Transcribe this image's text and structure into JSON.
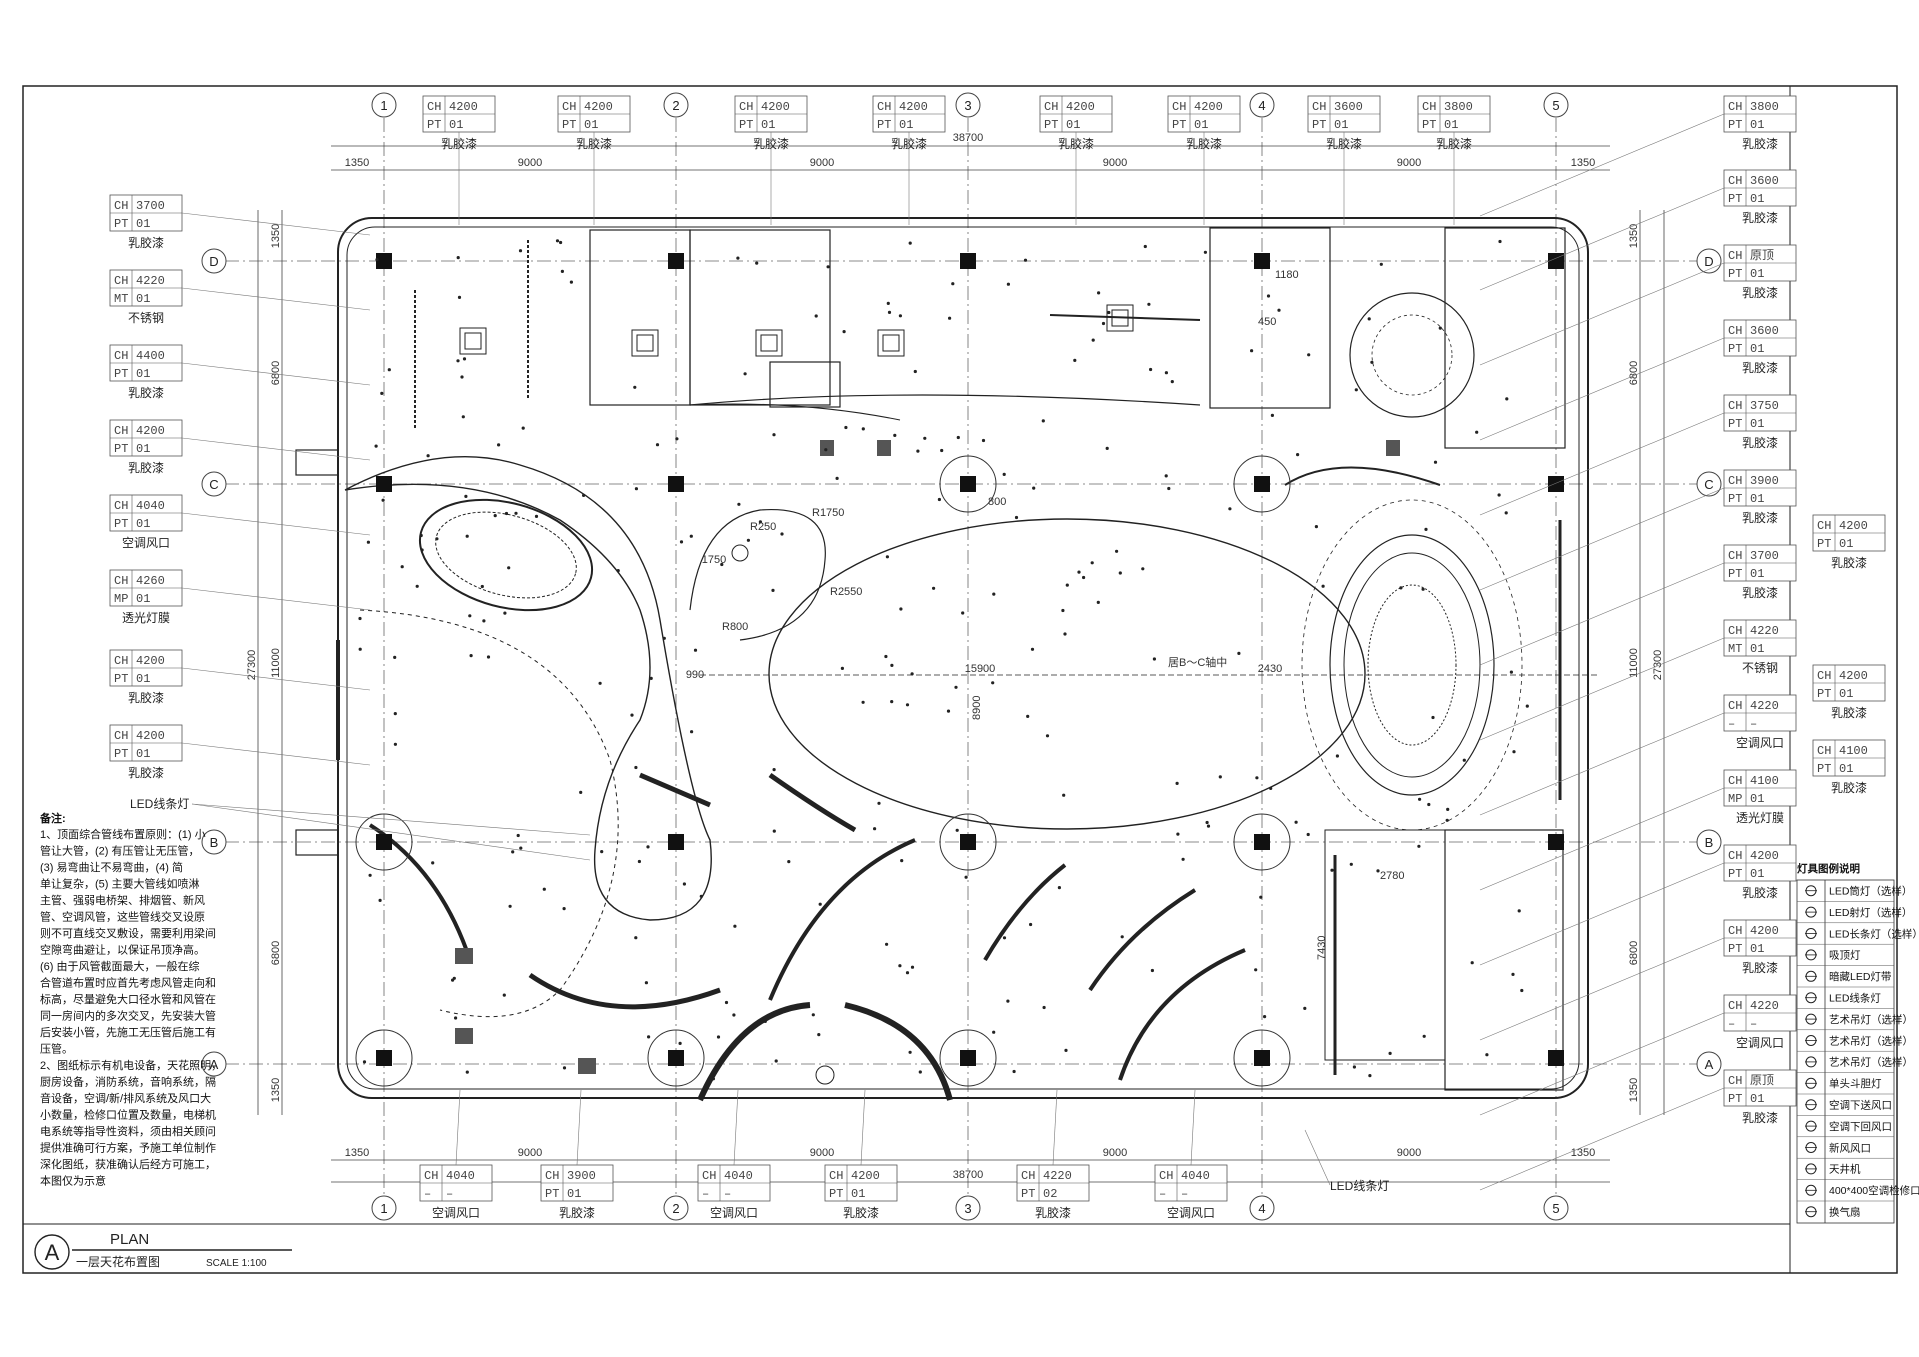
{
  "drawing": {
    "plan_letter": "A",
    "plan_label": "PLAN",
    "title": "一层天花布置图",
    "scale": "SCALE 1:100"
  },
  "grid": {
    "columns": [
      "1",
      "2",
      "3",
      "4",
      "5"
    ],
    "rows": [
      "D",
      "C",
      "B",
      "A"
    ]
  },
  "dimensions": {
    "overall_width": "38700",
    "top_segments": [
      "1350",
      "9000",
      "9000",
      "9000",
      "9000",
      "1350"
    ],
    "overall_height": "27300",
    "vertical_segments": [
      "1350",
      "6800",
      "11000",
      "6800",
      "1350"
    ]
  },
  "ceiling_tags": {
    "top": [
      {
        "ch": "4200",
        "pt": "01",
        "material": "乳胶漆"
      },
      {
        "ch": "4200",
        "pt": "01",
        "material": "乳胶漆"
      },
      {
        "ch": "4200",
        "pt": "01",
        "material": "乳胶漆"
      },
      {
        "ch": "4200",
        "pt": "01",
        "material": "乳胶漆"
      },
      {
        "ch": "4200",
        "pt": "01",
        "material": "乳胶漆"
      },
      {
        "ch": "4200",
        "pt": "01",
        "material": "乳胶漆"
      },
      {
        "ch": "3600",
        "pt": "01",
        "material": "乳胶漆"
      },
      {
        "ch": "3800",
        "pt": "01",
        "material": "乳胶漆"
      }
    ],
    "left": [
      {
        "ch": "3700",
        "code": "PT",
        "pt": "01",
        "material": "乳胶漆"
      },
      {
        "ch": "4220",
        "code": "MT",
        "pt": "01",
        "material": "不锈钢"
      },
      {
        "ch": "4400",
        "code": "PT",
        "pt": "01",
        "material": "乳胶漆"
      },
      {
        "ch": "4200",
        "code": "PT",
        "pt": "01",
        "material": "乳胶漆"
      },
      {
        "ch": "4040",
        "code": "PT",
        "pt": "01",
        "material": "空调风口"
      },
      {
        "ch": "4260",
        "code": "MP",
        "pt": "01",
        "material": "透光灯膜"
      },
      {
        "ch": "4200",
        "code": "PT",
        "pt": "01",
        "material": "乳胶漆"
      },
      {
        "ch": "4200",
        "code": "PT",
        "pt": "01",
        "material": "乳胶漆"
      }
    ],
    "right": [
      {
        "ch": "3800",
        "code": "PT",
        "pt": "01",
        "material": "乳胶漆"
      },
      {
        "ch": "3600",
        "code": "PT",
        "pt": "01",
        "material": "乳胶漆"
      },
      {
        "ch": "原顶",
        "code": "PT",
        "pt": "01",
        "material": "乳胶漆"
      },
      {
        "ch": "3600",
        "code": "PT",
        "pt": "01",
        "material": "乳胶漆"
      },
      {
        "ch": "3750",
        "code": "PT",
        "pt": "01",
        "material": "乳胶漆"
      },
      {
        "ch": "3900",
        "code": "PT",
        "pt": "01",
        "material": "乳胶漆"
      },
      {
        "ch": "3700",
        "code": "PT",
        "pt": "01",
        "material": "乳胶漆"
      },
      {
        "ch": "4220",
        "code": "MT",
        "pt": "01",
        "material": "不锈钢"
      },
      {
        "ch": "4220",
        "code": "–",
        "pt": "–",
        "material": "空调风口"
      },
      {
        "ch": "4100",
        "code": "MP",
        "pt": "01",
        "material": "透光灯膜"
      },
      {
        "ch": "4200",
        "code": "PT",
        "pt": "01",
        "material": "乳胶漆"
      },
      {
        "ch": "4200",
        "code": "PT",
        "pt": "01",
        "material": "乳胶漆"
      },
      {
        "ch": "4220",
        "code": "–",
        "pt": "–",
        "material": "空调风口"
      },
      {
        "ch": "原顶",
        "code": "PT",
        "pt": "01",
        "material": "乳胶漆"
      }
    ],
    "far_right": [
      {
        "ch": "4200",
        "pt": "01",
        "material": "乳胶漆"
      },
      {
        "ch": "4200",
        "pt": "01",
        "material": "乳胶漆"
      },
      {
        "ch": "4100",
        "pt": "01",
        "material": "乳胶漆"
      }
    ],
    "bottom": [
      {
        "ch": "4040",
        "code": "–",
        "pt": "–",
        "material": "空调风口"
      },
      {
        "ch": "3900",
        "code": "PT",
        "pt": "01",
        "material": "乳胶漆"
      },
      {
        "ch": "4040",
        "code": "–",
        "pt": "–",
        "material": "空调风口"
      },
      {
        "ch": "4200",
        "code": "PT",
        "pt": "01",
        "material": "乳胶漆"
      },
      {
        "ch": "4220",
        "code": "PT",
        "pt": "02",
        "material": "乳胶漆"
      },
      {
        "ch": "4040",
        "code": "–",
        "pt": "–",
        "material": "空调风口"
      }
    ]
  },
  "annotations": {
    "led_strip_left": "LED线条灯",
    "led_strip_bottom": "LED线条灯",
    "center_dims": {
      "d1": "15900",
      "d2": "2430",
      "d3": "990",
      "d4": "1750",
      "d5": "R1750",
      "d6": "R250",
      "d7": "R800",
      "d8": "R2550",
      "d9": "800",
      "d10": "2780",
      "d11": "7430",
      "d12": "1180",
      "d13": "450",
      "d14": "8900",
      "axis_label": "居B～C轴中"
    }
  },
  "notes": {
    "title": "备注:",
    "lines": [
      "1、顶面综合管线布置原则：(1) 小",
      "管让大管，(2) 有压管让无压管，",
      "(3) 易弯曲让不易弯曲，(4) 简",
      "单让复杂，(5) 主要大管线如喷淋",
      "主管、强弱电桥架、排烟管、新风",
      "管、空调风管，这些管线交叉设原",
      "则不可直线交叉敷设，需要利用梁间",
      "空隙弯曲避让，以保证吊顶净高。",
      "(6) 由于风管截面最大，一般在综",
      "合管道布置时应首先考虑风管走向和",
      "标高，尽量避免大口径水管和风管在",
      "同一房间内的多次交叉，先安装大管",
      "后安装小管，先施工无压管后施工有",
      "压管。",
      "2、图纸标示有机电设备，天花照明，",
      "厨房设备，消防系统，音响系统，隔",
      "音设备，空调/新/排风系统及风口大",
      "小数量，检修口位置及数量，电梯机",
      "电系统等指导性资料，须由相关顾问",
      "提供准确可行方案，予施工单位制作",
      "深化图纸，获准确认后经方可施工，",
      "本图仅为示意"
    ]
  },
  "legend": {
    "title": "灯具图例说明",
    "items": [
      {
        "icon": "downlight-icon",
        "label": "LED筒灯（选样）"
      },
      {
        "icon": "spotlight-icon",
        "label": "LED射灯（选样）"
      },
      {
        "icon": "led-long-strip-icon",
        "label": "LED长条灯（选样）"
      },
      {
        "icon": "ceiling-light-icon",
        "label": "吸顶灯"
      },
      {
        "icon": "hidden-led-strip-icon",
        "label": "暗藏LED灯带"
      },
      {
        "icon": "led-line-light-icon",
        "label": "LED线条灯"
      },
      {
        "icon": "art-chandelier-icon",
        "label": "艺术吊灯（选样）"
      },
      {
        "icon": "art-chandelier-round-icon",
        "label": "艺术吊灯（选样）"
      },
      {
        "icon": "art-chandelier-star-icon",
        "label": "艺术吊灯（选样）"
      },
      {
        "icon": "single-grille-light-icon",
        "label": "单头斗胆灯"
      },
      {
        "icon": "ac-supply-vent-icon",
        "label": "空调下送风口"
      },
      {
        "icon": "ac-return-vent-icon",
        "label": "空调下回风口"
      },
      {
        "icon": "fresh-air-vent-icon",
        "label": "新风风口"
      },
      {
        "icon": "ac-unit-icon",
        "label": "天井机"
      },
      {
        "icon": "access-panel-icon",
        "label": "400*400空调检修口"
      },
      {
        "icon": "exhaust-fan-icon",
        "label": "换气扇"
      }
    ]
  }
}
